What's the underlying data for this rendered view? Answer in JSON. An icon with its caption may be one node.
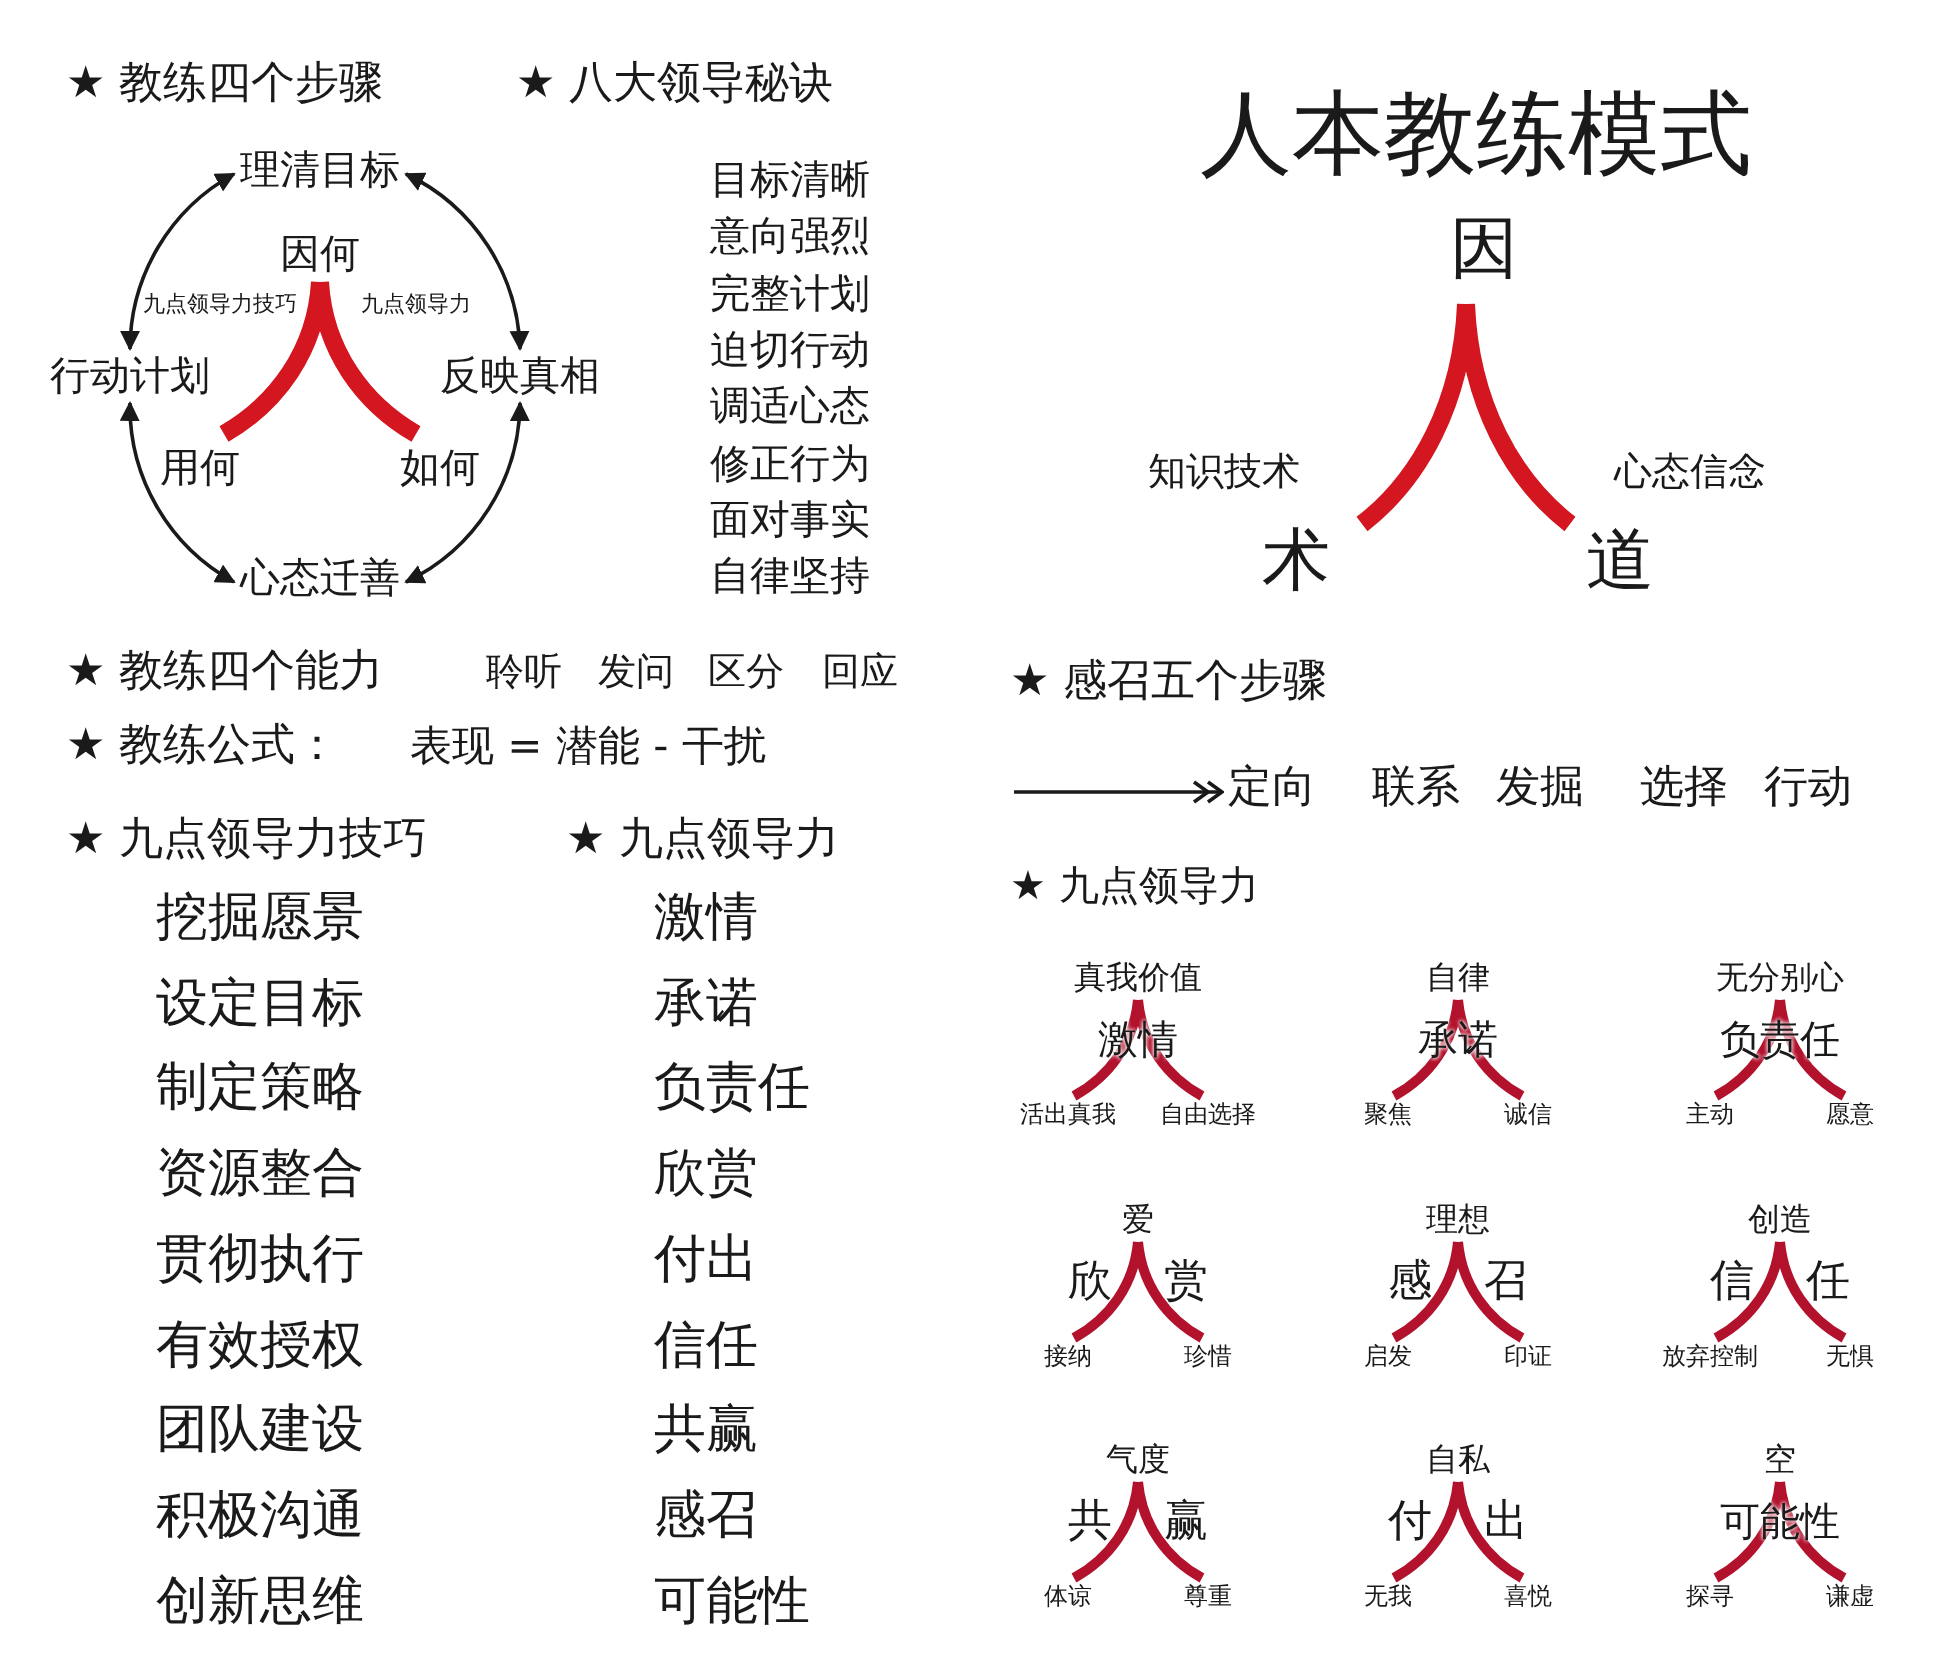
{
  "diagram": {
    "title": "人本教练模式",
    "nodes": [
      {
        "text": [
          "理清目标"
        ]
      },
      {
        "text": [
          "反映真相"
        ]
      },
      {
        "text": [
          "心态迁善"
        ]
      },
      {
        "text": [
          "行动计划"
        ]
      },
      {
        "text": [
          "定向"
        ]
      }
    ],
    "edges": [
      {
        "from": 0,
        "to": 1,
        "arrow": "both"
      },
      {
        "from": 1,
        "to": 2,
        "arrow": "both"
      },
      {
        "from": 2,
        "to": 3,
        "arrow": "both"
      },
      {
        "from": 3,
        "to": 0,
        "arrow": "both"
      },
      {
        "from": null,
        "to": 4,
        "arrow": "to"
      }
    ],
    "labels": [
      "★ 教练四个步骤",
      "★ 八大领导秘诀",
      "因何",
      "九点领导力技巧",
      "九点领导力",
      "用何",
      "如何",
      "目标清晰",
      "意向强烈",
      "完整计划",
      "迫切行动",
      "调适心态",
      "修正行为",
      "面对事实",
      "自律坚持",
      "因",
      "知识技术",
      "心态信念",
      "术",
      "道",
      "★ 教练四个能力",
      "聆听",
      "发问",
      "区分",
      "回应",
      "★ 教练公式：",
      "表现 = 潜能 - 干扰",
      "★ 感召五个步骤",
      "联系",
      "发掘",
      "选择",
      "行动",
      "★ 九点领导力技巧",
      "★ 九点领导力",
      "挖掘愿景",
      "激情",
      "设定目标",
      "承诺",
      "制定策略",
      "负责任",
      "资源整合",
      "欣赏",
      "贯彻执行",
      "付出",
      "有效授权",
      "信任",
      "团队建设",
      "共赢",
      "积极沟通",
      "感召",
      "创新思维",
      "可能性",
      "★ 九点领导力",
      "真我价值",
      "激情",
      "活出真我",
      "自由选择",
      "自律",
      "承诺",
      "聚焦",
      "诚信",
      "无分别心",
      "负责任",
      "主动",
      "愿意",
      "爱",
      "欣",
      "赏",
      "接纳",
      "珍惜",
      "理想",
      "感",
      "召",
      "启发",
      "印证",
      "创造",
      "信",
      "任",
      "放弃控制",
      "无惧",
      "气度",
      "共",
      "赢",
      "体谅",
      "尊重",
      "自私",
      "付",
      "出",
      "无我",
      "喜悦",
      "空",
      "可能性",
      "探寻",
      "谦虚"
    ]
  }
}
